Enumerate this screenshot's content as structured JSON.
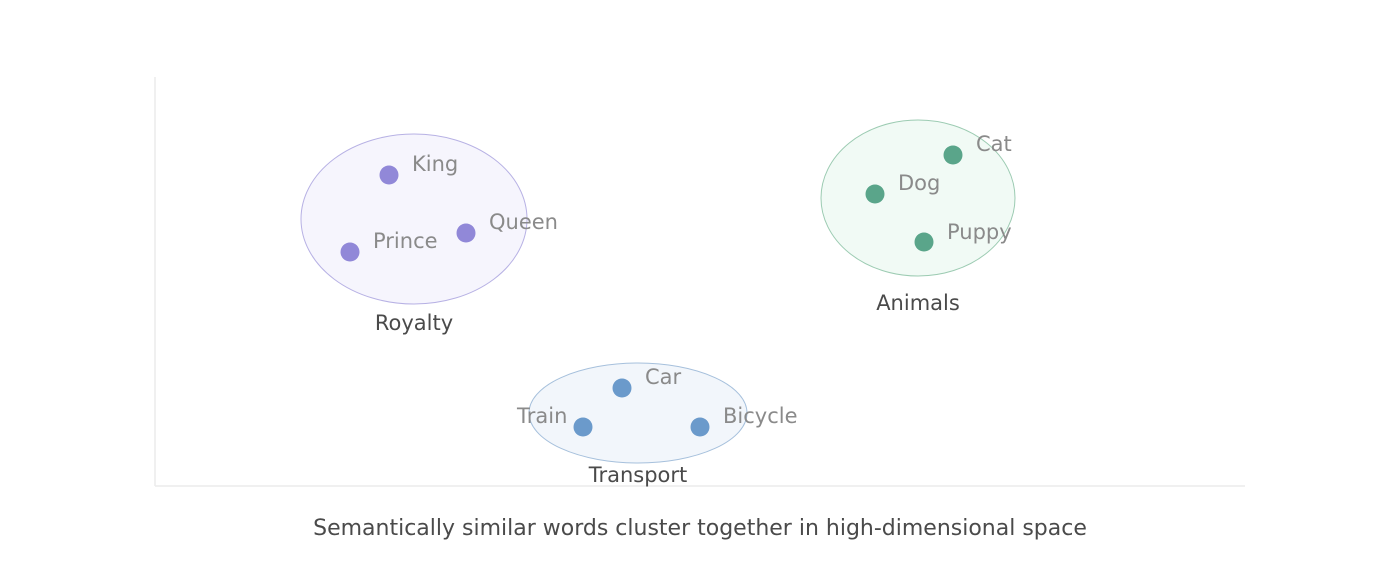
{
  "clusters": [
    {
      "id": "royalty",
      "label": "Royalty",
      "fill": "#f6f5fd",
      "stroke": "#b7b1e4",
      "dot": "#9188d8",
      "words": [
        {
          "text": "King",
          "color": "#8a8a8a"
        },
        {
          "text": "Queen",
          "color": "#8a8a8a"
        },
        {
          "text": "Prince",
          "color": "#8a8a8a"
        }
      ]
    },
    {
      "id": "animals",
      "label": "Animals",
      "fill": "#f1faf5",
      "stroke": "#9ccbb2",
      "dot": "#5aa58a",
      "words": [
        {
          "text": "Cat",
          "color": "#8a8a8a"
        },
        {
          "text": "Dog",
          "color": "#8a8a8a"
        },
        {
          "text": "Puppy",
          "color": "#8a8a8a"
        }
      ]
    },
    {
      "id": "transport",
      "label": "Transport",
      "fill": "#f2f6fb",
      "stroke": "#a6c0dc",
      "dot": "#6b9acb",
      "words": [
        {
          "text": "Car",
          "color": "#8a8a8a"
        },
        {
          "text": "Train",
          "color": "#8a8a8a"
        },
        {
          "text": "Bicycle",
          "color": "#8a8a8a"
        }
      ]
    }
  ],
  "caption": "Semantically similar words cluster together in high-dimensional space"
}
